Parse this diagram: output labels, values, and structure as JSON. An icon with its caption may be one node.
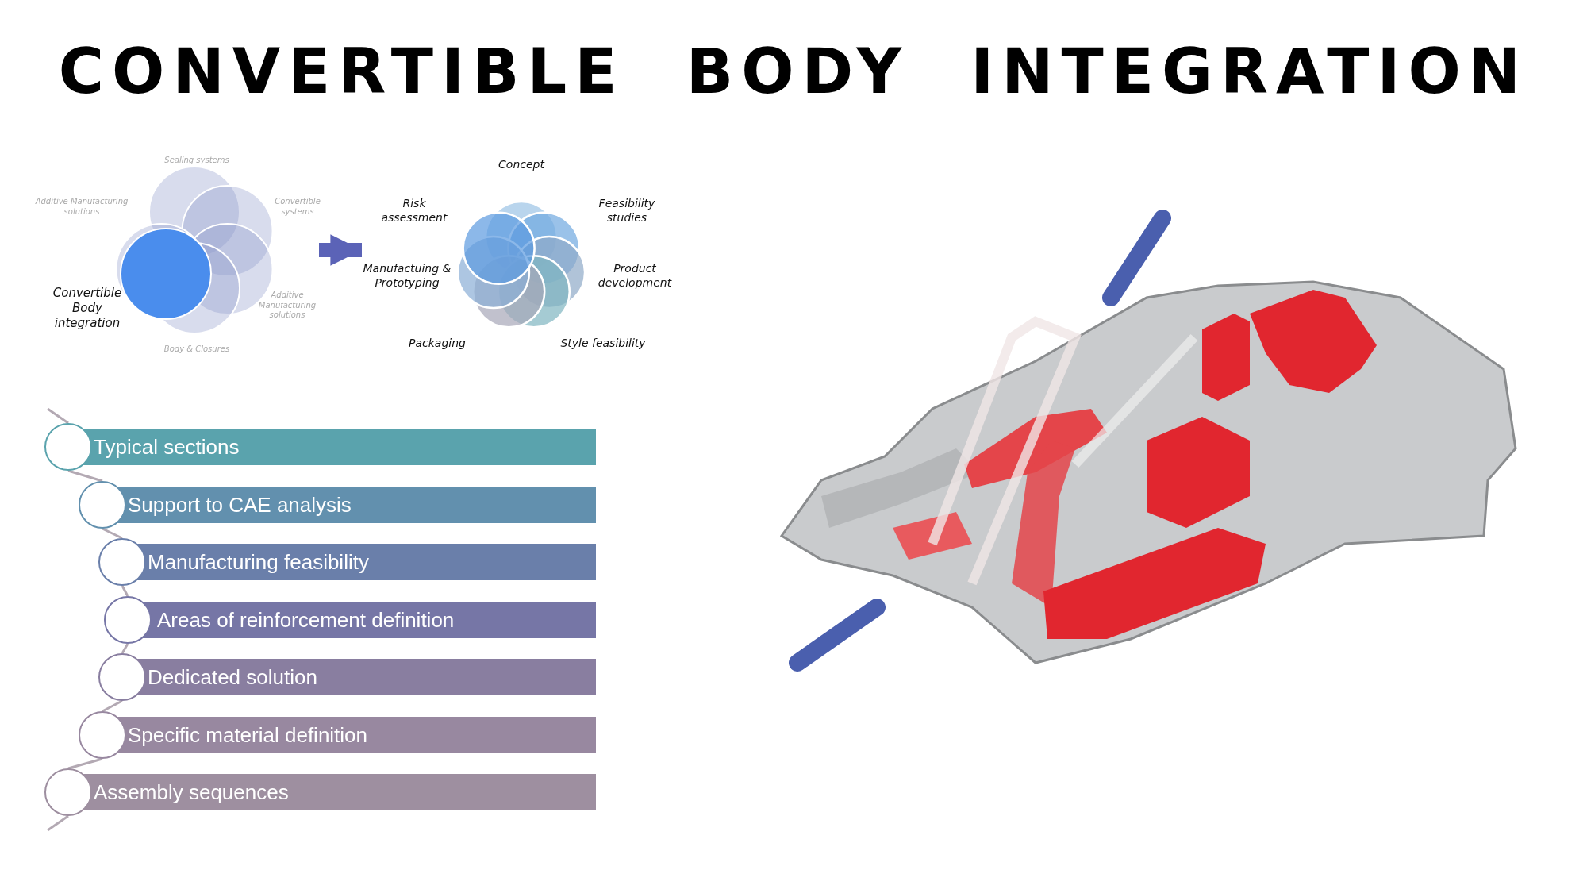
{
  "diagram": {
    "title": "CONVERTIBLE BODY INTEGRATION",
    "nodes": [
      {
        "text": [],
        "shape": "picture",
        "beside": [
          "Sealing systems",
          "Additive Manufacturing solutions",
          "Convertible systems",
          "Convertible Body integration",
          "Additive Manufacturing solutions",
          "Body & Closures"
        ]
      },
      {
        "text": [],
        "shape": "picture",
        "beside": [
          "Concept",
          "Risk assessment",
          "Feasibility studies",
          "Manufactuing & Prototyping",
          "Product development",
          "Packaging",
          "Style feasibility"
        ]
      },
      {
        "text": [
          "Typical sections"
        ]
      },
      {
        "text": [
          "Support to CAE analysis"
        ]
      },
      {
        "text": [
          "Manufacturing feasibility"
        ]
      },
      {
        "text": [
          "Areas of reinforcement definition"
        ]
      },
      {
        "text": [
          "Dedicated solution"
        ]
      },
      {
        "text": [
          "Specific material definition"
        ]
      },
      {
        "text": [
          "Assembly sequences"
        ]
      }
    ],
    "edges": [
      {
        "from": 0,
        "to": 1,
        "arrow": "to",
        "style": "thick",
        "color": "#5b63b7"
      },
      {
        "from": null,
        "to": 2,
        "arrow": "none"
      },
      {
        "from": 2,
        "to": 3,
        "arrow": "none"
      },
      {
        "from": 3,
        "to": 4,
        "arrow": "none"
      },
      {
        "from": 4,
        "to": 5,
        "arrow": "none"
      },
      {
        "from": 5,
        "to": 6,
        "arrow": "none"
      },
      {
        "from": 6,
        "to": 7,
        "arrow": "none"
      },
      {
        "from": 7,
        "to": 8,
        "arrow": "none"
      },
      {
        "from": 8,
        "to": null,
        "arrow": "none"
      }
    ]
  }
}
